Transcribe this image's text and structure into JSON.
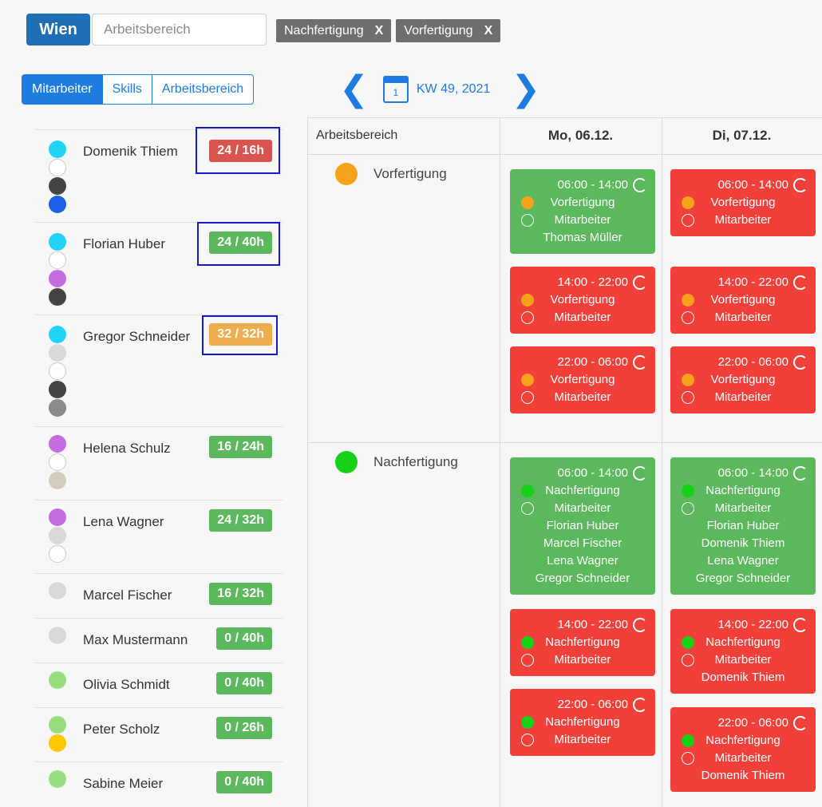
{
  "top": {
    "location": "Wien",
    "area_placeholder": "Arbeitsbereich",
    "chips": [
      "Nachfertigung",
      "Vorfertigung"
    ],
    "chip_remove": "X"
  },
  "view_tabs": [
    "Mitarbeiter",
    "Skills",
    "Arbeitsbereich"
  ],
  "week": {
    "calendar_day": "1",
    "label": "KW 49, 2021"
  },
  "employees": [
    {
      "name": "Domenik Thiem",
      "hours": "24 / 16h",
      "status": "red"
    },
    {
      "name": "Florian Huber",
      "hours": "24 / 40h",
      "status": "green"
    },
    {
      "name": "Gregor Schneider",
      "hours": "32 / 32h",
      "status": "orange"
    },
    {
      "name": "Helena Schulz",
      "hours": "16 / 24h",
      "status": "green"
    },
    {
      "name": "Lena Wagner",
      "hours": "24 / 32h",
      "status": "green"
    },
    {
      "name": "Marcel Fischer",
      "hours": "16 / 32h",
      "status": "green"
    },
    {
      "name": "Max Mustermann",
      "hours": "0 / 40h",
      "status": "green"
    },
    {
      "name": "Olivia Schmidt",
      "hours": "0 / 40h",
      "status": "green"
    },
    {
      "name": "Peter Scholz",
      "hours": "0 / 26h",
      "status": "green"
    },
    {
      "name": "Sabine Meier",
      "hours": "0 / 40h",
      "status": "green"
    }
  ],
  "schedule": {
    "area_header": "Arbeitsbereich",
    "days": [
      "Mo, 06.12.",
      "Di, 07.12."
    ],
    "areas": [
      "Vorfertigung",
      "Nachfertigung"
    ],
    "role_label": "Mitarbeiter",
    "cards": {
      "v_mo_1": {
        "time": "06:00 - 14:00",
        "area": "Vorfertigung",
        "people": [
          "Thomas Müller"
        ]
      },
      "v_mo_2": {
        "time": "14:00 - 22:00",
        "area": "Vorfertigung",
        "people": []
      },
      "v_mo_3": {
        "time": "22:00 - 06:00",
        "area": "Vorfertigung",
        "people": []
      },
      "v_di_1": {
        "time": "06:00 - 14:00",
        "area": "Vorfertigung",
        "people": []
      },
      "v_di_2": {
        "time": "14:00 - 22:00",
        "area": "Vorfertigung",
        "people": []
      },
      "v_di_3": {
        "time": "22:00 - 06:00",
        "area": "Vorfertigung",
        "people": []
      },
      "n_mo_1": {
        "time": "06:00 - 14:00",
        "area": "Nachfertigung",
        "people": [
          "Florian Huber",
          "Marcel Fischer",
          "Lena Wagner",
          "Gregor Schneider"
        ]
      },
      "n_mo_2": {
        "time": "14:00 - 22:00",
        "area": "Nachfertigung",
        "people": []
      },
      "n_mo_3": {
        "time": "22:00 - 06:00",
        "area": "Nachfertigung",
        "people": []
      },
      "n_di_1": {
        "time": "06:00 - 14:00",
        "area": "Nachfertigung",
        "people": [
          "Florian Huber",
          "Domenik Thiem",
          "Lena Wagner",
          "Gregor Schneider"
        ]
      },
      "n_di_2": {
        "time": "14:00 - 22:00",
        "area": "Nachfertigung",
        "people": [
          "Domenik Thiem"
        ]
      },
      "n_di_3": {
        "time": "22:00 - 06:00",
        "area": "Nachfertigung",
        "people": [
          "Domenik Thiem"
        ]
      }
    }
  },
  "colors": {
    "primary": "#1e7be0",
    "location_button": "#1f6fb7",
    "over": "#d9534f",
    "ok": "#5cb85c",
    "full": "#f0ad4e",
    "shift_filled": "#5cb85c",
    "shift_open": "#f1403a",
    "vorfertigung": "#f7a21b",
    "nachfertigung": "#17d117",
    "highlight": "#1515d6"
  }
}
